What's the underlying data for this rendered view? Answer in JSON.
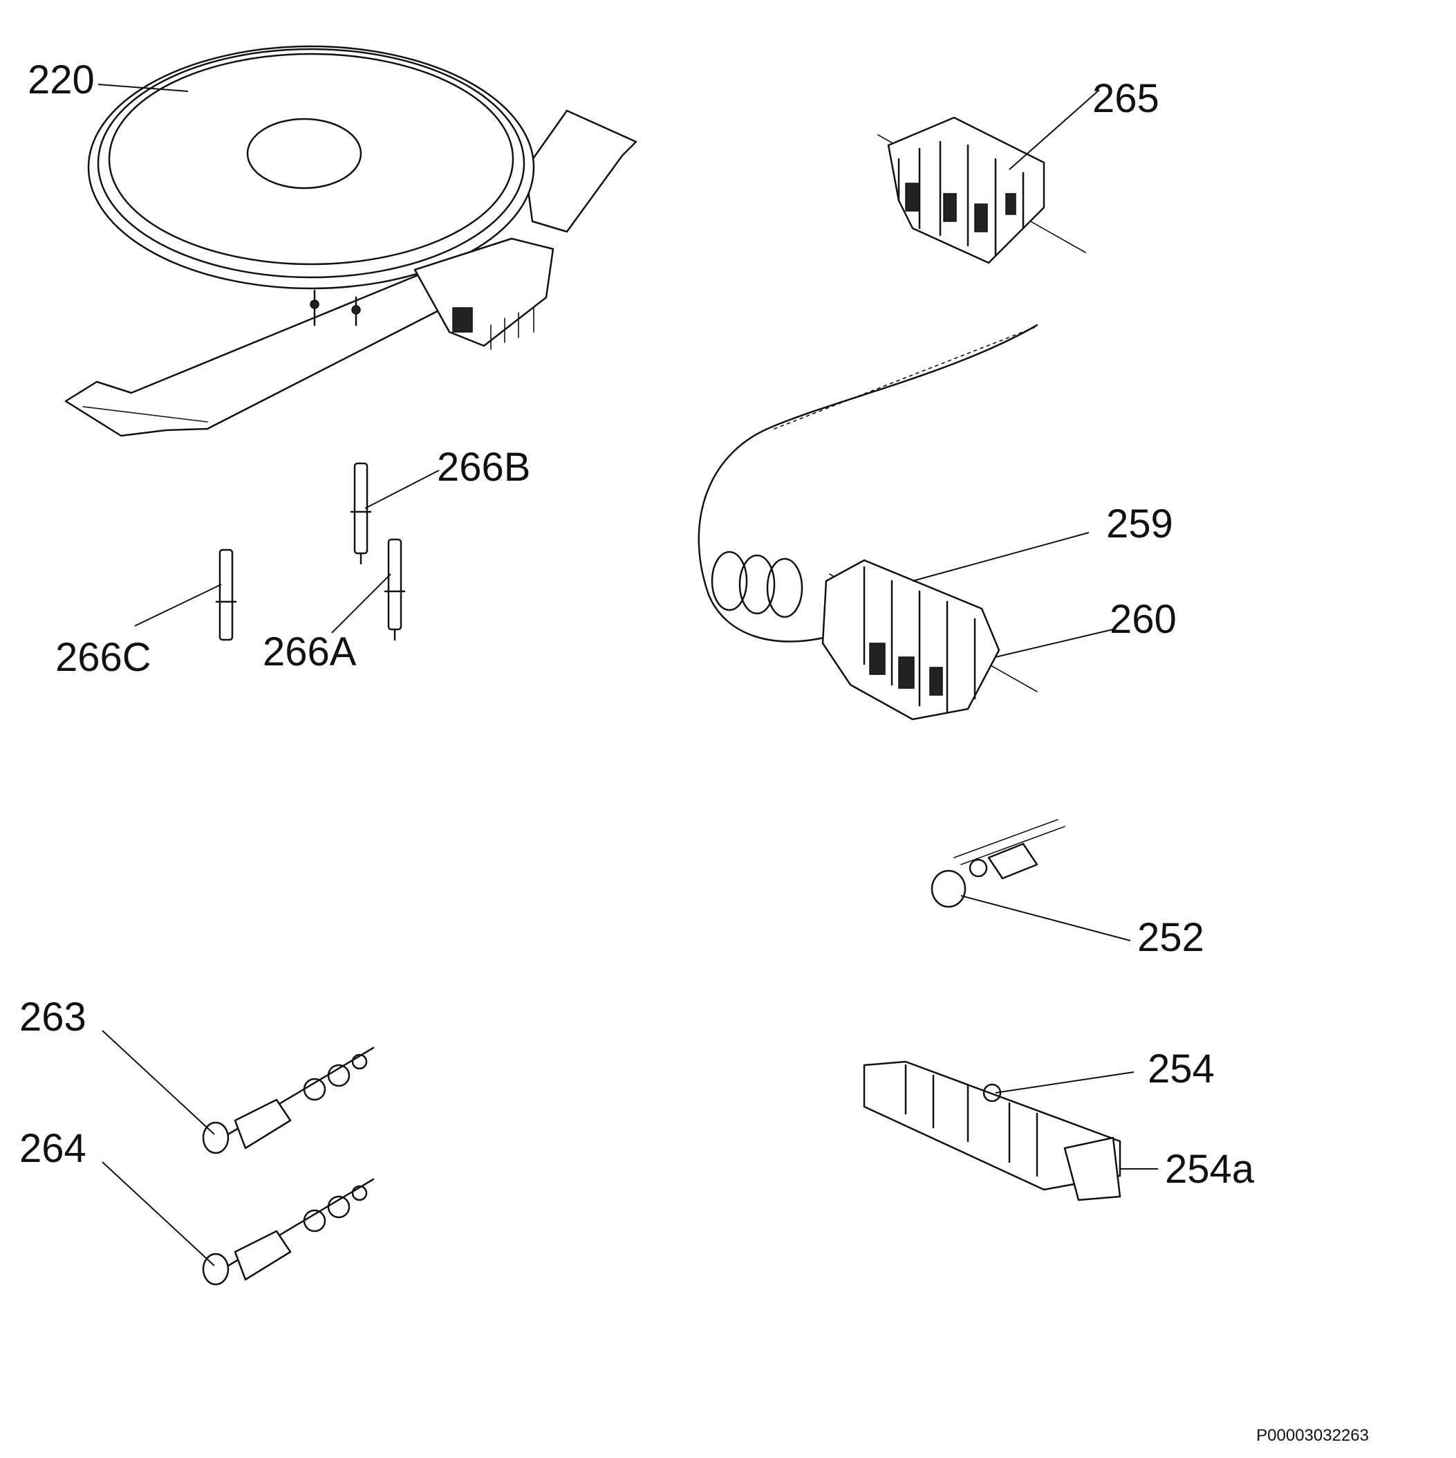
{
  "labels": {
    "220": "220",
    "265": "265",
    "266B": "266B",
    "259": "259",
    "266C": "266C",
    "266A": "266A",
    "260": "260",
    "252": "252",
    "263": "263",
    "254": "254",
    "254a": "254a",
    "264": "264"
  },
  "document_code": "P00003032263",
  "colors": {
    "ink": "#111111",
    "background": "#ffffff"
  }
}
